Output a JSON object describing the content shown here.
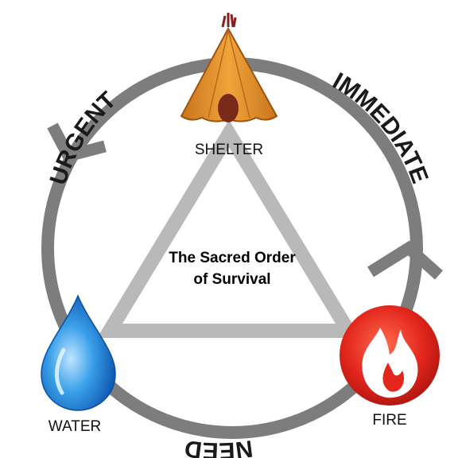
{
  "center": {
    "line1": "The Sacred Order",
    "line2": "of Survival"
  },
  "nodes": {
    "shelter": {
      "label": "SHELTER",
      "icon": "tipi-tent-icon"
    },
    "water": {
      "label": "WATER",
      "icon": "water-drop-icon"
    },
    "fire": {
      "label": "FIRE",
      "icon": "fire-icon"
    }
  },
  "ring_words": {
    "urgent": "URGENT",
    "immediate": "IMMEDIATE",
    "need": "NEED"
  },
  "colors": {
    "ring": "#7d7d7d",
    "triangle": "#b9b9b9",
    "tent": "#e3962e",
    "water": "#1f7fd6",
    "fire": "#e3261c"
  }
}
